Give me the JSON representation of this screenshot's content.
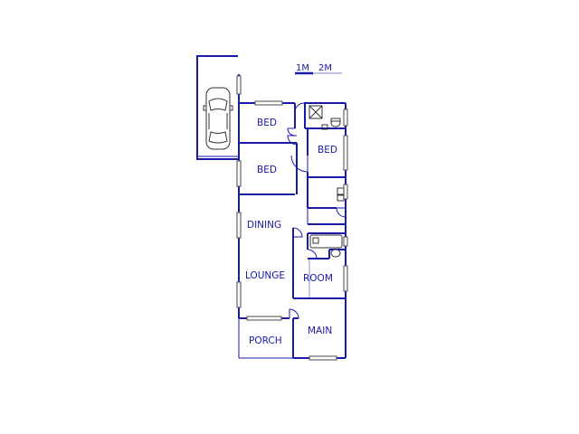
{
  "scale": {
    "labels": [
      "1M",
      "2M"
    ]
  },
  "rooms": {
    "bed_1": "BED",
    "bed_2": "BED",
    "bed_3": "BED",
    "dining": "DINING",
    "lounge": "LOUNGE",
    "room": "ROOM",
    "porch": "PORCH",
    "main": "MAIN"
  },
  "icons": {
    "car": "car-icon",
    "shower": "shower-icon",
    "toilet": "toilet-icon",
    "bath": "bath-icon",
    "sink": "sink-icon"
  },
  "colors": {
    "wall": "#1a1aa8",
    "window": "#4a4a4a",
    "thin": "#8080c8"
  }
}
